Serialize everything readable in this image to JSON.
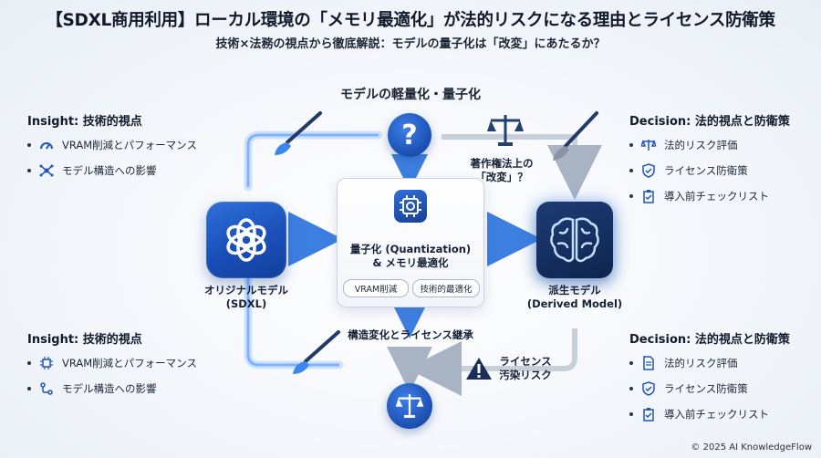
{
  "header": {
    "title": "【SDXL商用利用】ローカル環境の「メモリ最適化」が法的リスクになる理由とライセンス防衛策",
    "subtitle": "技術×法務の視点から徹底解説：モデルの量子化は「改変」にあたるか？"
  },
  "center_heading": "モデルの軽量化・量子化",
  "panels": {
    "insight_top": {
      "title": "Insight: 技術的視点",
      "items": [
        {
          "label": "VRAM削減とパフォーマンス",
          "icon": "gauge-icon"
        },
        {
          "label": "モデル構造への影響",
          "icon": "network-icon"
        }
      ]
    },
    "insight_bottom": {
      "title": "Insight: 技術的視点",
      "items": [
        {
          "label": "VRAM削減とパフォーマンス",
          "icon": "chip-icon"
        },
        {
          "label": "モデル構造への影響",
          "icon": "flow-icon"
        }
      ]
    },
    "decision_top": {
      "title": "Decision: 法的視点と防衛策",
      "items": [
        {
          "label": "法的リスク評価",
          "icon": "scale-icon"
        },
        {
          "label": "ライセンス防衛策",
          "icon": "shield-check-icon"
        },
        {
          "label": "導入前チェックリスト",
          "icon": "clipboard-check-icon"
        }
      ]
    },
    "decision_bottom": {
      "title": "Decision: 法的視点と防衛策",
      "items": [
        {
          "label": "法的リスク評価",
          "icon": "document-icon"
        },
        {
          "label": "ライセンス防衛策",
          "icon": "shield-check-icon"
        },
        {
          "label": "導入前チェックリスト",
          "icon": "clipboard-check-icon"
        }
      ]
    }
  },
  "nodes": {
    "original": {
      "line1": "オリジナルモデル",
      "line2": "(SDXL)"
    },
    "process": {
      "line1": "量子化 (Quantization)",
      "line2": "& メモリ最適化",
      "pill1": "VRAM削減",
      "pill2": "技術的最適化"
    },
    "derived": {
      "line1": "派生モデル",
      "line2": "(Derived Model)"
    },
    "copyright_question": {
      "line1": "著作権法上の",
      "line2": "「改変」？"
    },
    "license_inheritance": "構造変化とライセンス継承",
    "license_contamination": {
      "line1": "ライセンス",
      "line2": "汚染リスク"
    }
  },
  "footer": {
    "copyright": "© 2025 AI KnowledgeFlow"
  },
  "colors": {
    "primary": "#1f55b9",
    "accent": "#4a90ff",
    "text": "#111a2b"
  }
}
